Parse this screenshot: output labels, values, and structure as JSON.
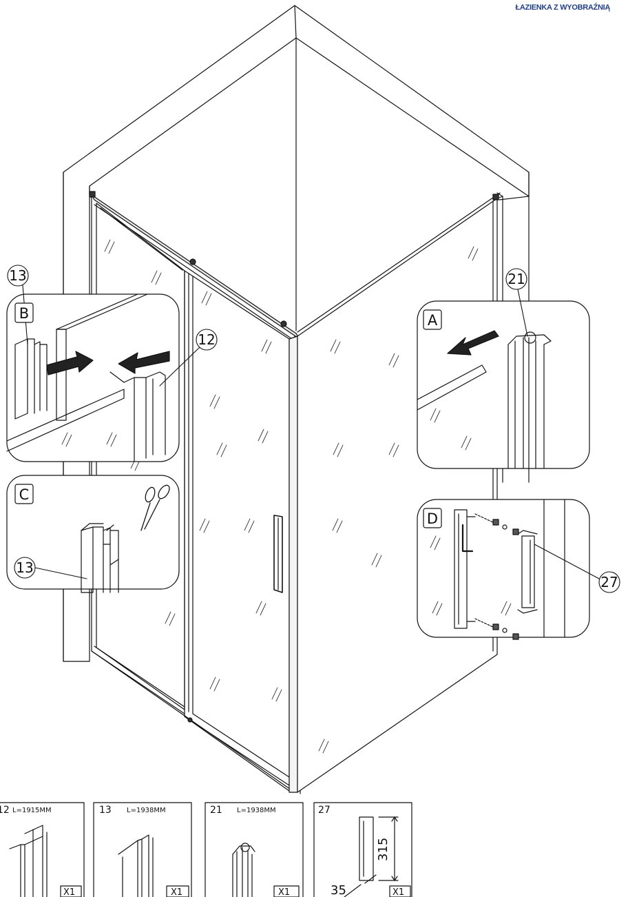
{
  "brand": {
    "text": "ŁAZIENKA Z WYOBRAŹNIĄ",
    "color": "#1f3f8f"
  },
  "callouts": {
    "b_part": "13",
    "b_part2": "12",
    "a_part": "21",
    "c_part": "13",
    "d_part": "27"
  },
  "details": {
    "a": "A",
    "b": "B",
    "c": "C",
    "d": "D"
  },
  "parts": [
    {
      "id": "12",
      "length": "L=1915MM",
      "qty": "X1"
    },
    {
      "id": "13",
      "length": "L=1938MM",
      "qty": "X1"
    },
    {
      "id": "21",
      "length": "L=1938MM",
      "qty": "X1"
    },
    {
      "id": "27",
      "length": "",
      "qty": "X1",
      "dim_height": "315",
      "dim_width": "35"
    }
  ]
}
